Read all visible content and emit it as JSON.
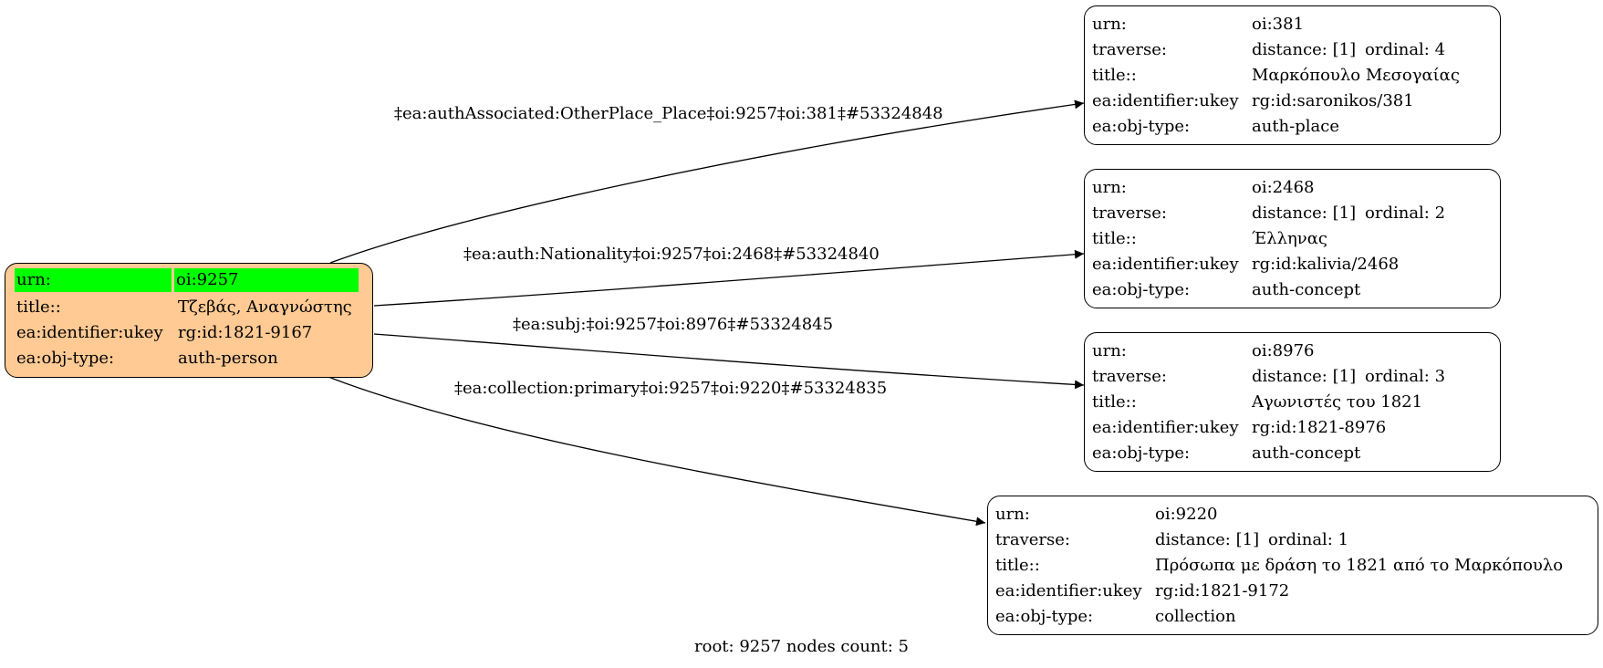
{
  "root_node": {
    "rows": [
      {
        "key": "urn:",
        "value": "oi:9257"
      },
      {
        "key": "title::",
        "value": "Τζεβάς, Αναγνώστης"
      },
      {
        "key": "ea:identifier:ukey",
        "value": "rg:id:1821-9167"
      },
      {
        "key": "ea:obj-type:",
        "value": "auth-person"
      }
    ],
    "fill": "#ffca94",
    "highlight": "#00ff00"
  },
  "nodes": [
    {
      "urn": "oi:381",
      "distance": "distance: [1]",
      "ordinal": "ordinal: 4",
      "title": "Μαρκόπουλο Μεσογαίας",
      "ukey": "rg:id:saronikos/381",
      "type": "auth-place"
    },
    {
      "urn": "oi:2468",
      "distance": "distance: [1]",
      "ordinal": "ordinal: 2",
      "title": "Έλληνας",
      "ukey": "rg:id:kalivia/2468",
      "type": "auth-concept"
    },
    {
      "urn": "oi:8976",
      "distance": "distance: [1]",
      "ordinal": "ordinal: 3",
      "title": "Αγωνιστές του 1821",
      "ukey": "rg:id:1821-8976",
      "type": "auth-concept"
    },
    {
      "urn": "oi:9220",
      "distance": "distance: [1]",
      "ordinal": "ordinal: 1",
      "title": "Πρόσωπα με δράση το 1821 από το Μαρκόπουλο",
      "ukey": "rg:id:1821-9172",
      "type": "collection"
    }
  ],
  "field_keys": {
    "urn": "urn:",
    "traverse": "traverse:",
    "title": "title::",
    "ukey": "ea:identifier:ukey",
    "type": "ea:obj-type:"
  },
  "edges": [
    {
      "label": "‡ea:authAssociated:OtherPlace_Place‡oi:9257‡oi:381‡#53324848"
    },
    {
      "label": "‡ea:auth:Nationality‡oi:9257‡oi:2468‡#53324840"
    },
    {
      "label": "‡ea:subj:‡oi:9257‡oi:8976‡#53324845"
    },
    {
      "label": "‡ea:collection:primary‡oi:9257‡oi:9220‡#53324835"
    }
  ],
  "footer": "root: 9257 nodes count: 5"
}
